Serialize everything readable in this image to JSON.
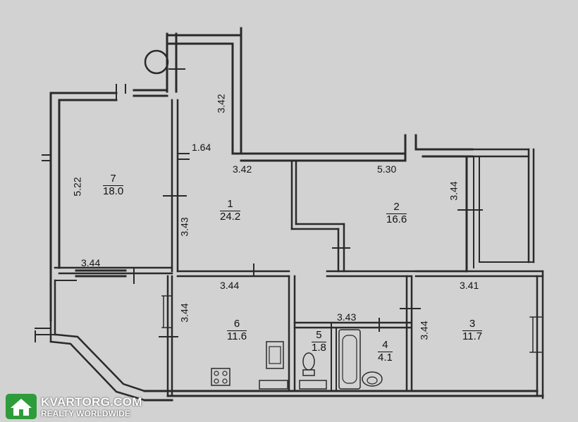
{
  "rooms": [
    {
      "num": "7",
      "area": "18.0"
    },
    {
      "num": "1",
      "area": "24.2"
    },
    {
      "num": "2",
      "area": "16.6"
    },
    {
      "num": "6",
      "area": "11.6"
    },
    {
      "num": "5",
      "area": "1.8"
    },
    {
      "num": "4",
      "area": "4.1"
    },
    {
      "num": "3",
      "area": "11.7"
    }
  ],
  "dims": [
    "3.42",
    "1.64",
    "3.42",
    "5.30",
    "3.44",
    "5.22",
    "3.43",
    "3.44",
    "3.44",
    "3.44",
    "3.43",
    "3.41",
    "3.44"
  ],
  "logo": {
    "name": "KVARTORG.COM",
    "tagline": "REALTY WORLDWIDE",
    "color": "#2e9c3a"
  },
  "colors": {
    "wall": "#2a2a2a",
    "paper": "#d2d2d2"
  }
}
